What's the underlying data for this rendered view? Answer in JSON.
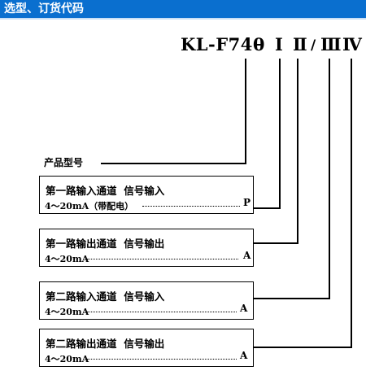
{
  "header": {
    "title": "选型、订货代码"
  },
  "model": {
    "prefix": "KL-F740",
    "positions": [
      "Ⅰ",
      "Ⅱ",
      "Ⅲ",
      "Ⅳ"
    ],
    "separator": "/"
  },
  "product_label": "产品型号",
  "options": [
    {
      "title": "第一路输入通道  信号输入",
      "spec": "4～20mA（带配电）",
      "code": "P"
    },
    {
      "title": "第一路输出通道  信号输出",
      "spec": "4～20mA",
      "code": "A"
    },
    {
      "title": "第二路输入通道  信号输入",
      "spec": "4～20mA",
      "code": "A"
    },
    {
      "title": "第二路输出通道  信号输出",
      "spec": "4～20mA",
      "code": "A"
    }
  ]
}
